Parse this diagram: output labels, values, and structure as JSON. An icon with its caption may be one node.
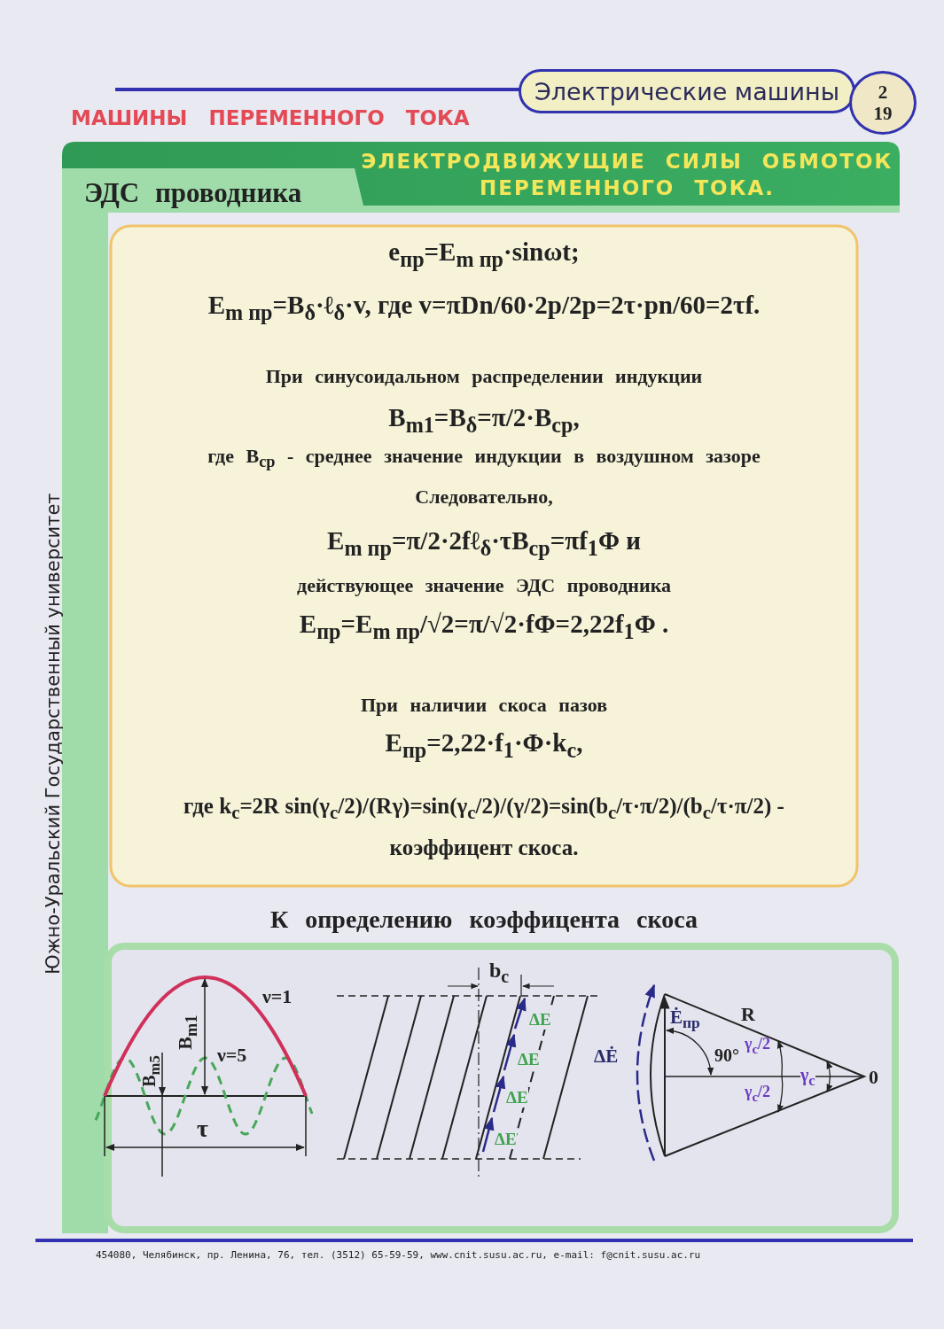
{
  "diagram": {
    "nodes": [
      {
        "text": [
          "Электрические машины"
        ]
      },
      {
        "text": [
          "2",
          "19"
        ]
      },
      {
        "text": [
          "ЭЛЕКТРОДВИЖУЩИЕ СИЛЫ ОБМОТОК ПЕРЕМЕННОГО ТОКА."
        ]
      }
    ],
    "labels": [
      "МАШИНЫ ПЕРЕМЕННОГО ТОКА",
      "ЭДС проводника",
      "e$_{пр}$=E$_{m пр}$·sinωt;",
      "E$_{m пр}$=B$_{δ}$·ℓ$_{δ}$·v, где v=πDn/60·2p/2p=2τ·pn/60=2τf.",
      "При синусоидальном распределении индукции",
      "B$_{m1}$=B$_{δ}$=π/2·B$_{ср}$,",
      "где B$_{ср}$ - среднее значение индукции в воздушном зазоре",
      "Следовательно,",
      "E$_{m пр}$=π/2·2fℓ$_{δ}$·τB$_{ср}$=πf$_{1}$Φ и",
      "действующее значение ЭДС проводника",
      "E$_{пр}$=E$_{m пр}$/√2=π/√2·fΦ=2,22f$_{1}$Φ .",
      "При наличии скоса пазов",
      "E$_{пр}$=2,22·f$_{1}$·Φ·k$_{c}$,",
      "где k$_{c}$=2R sin(γ$_{c}$/2)/(Rγ)=sin(γ$_{c}$/2)/(γ/2)=sin(b$_{c}$/τ·π/2)/(b$_{c}$/τ·π/2) - коэффицент скоса.",
      "К определению коэффицента скоса",
      "ν=1",
      "B$_{m1}$",
      "ν=5",
      "B$_{m5}$",
      "τ",
      "b$_{c}$",
      "ΔE",
      "ΔE",
      "ΔE",
      "ΔE",
      "Ė$_{пр}$",
      "R",
      "ΔĖ",
      "90°",
      "γ$_{c}$/2",
      "γ$_{c}$",
      "γ$_{c}$/2",
      "0",
      "Южно-Уральский Государственный университет",
      "454080, Челябинск, пр. Ленина, 76, тел. (3512) 65-59-59, www.cnit.susu.ac.ru, e-mail: f@cnit.susu.ac.ru"
    ]
  }
}
